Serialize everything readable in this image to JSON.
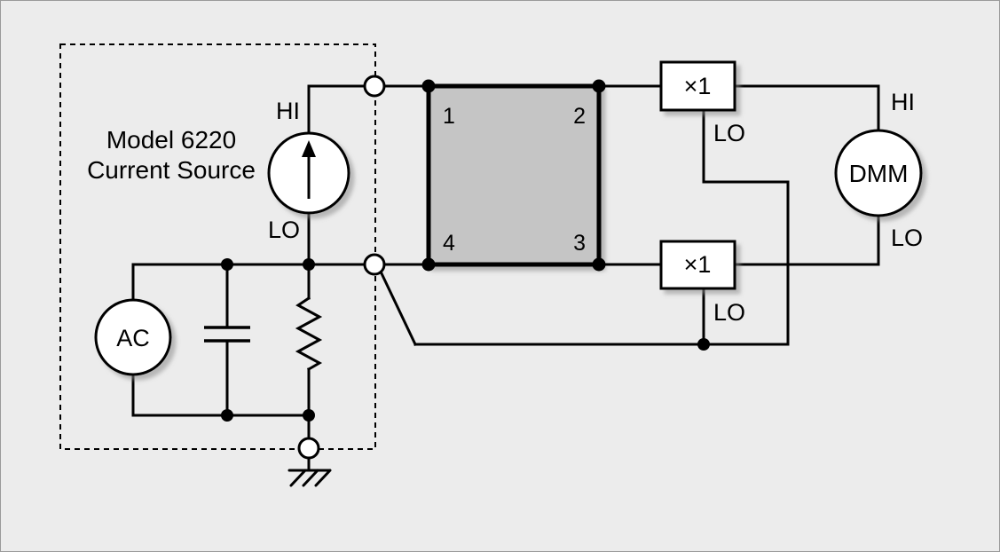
{
  "diagram": {
    "source_box": {
      "line1": "Model 6220",
      "line2": "Current Source"
    },
    "current_source": {
      "hi": "HI",
      "lo": "LO"
    },
    "ac_source": {
      "label": "AC"
    },
    "dut": {
      "terminal_1": "1",
      "terminal_2": "2",
      "terminal_3": "3",
      "terminal_4": "4"
    },
    "buffer_top": {
      "label": "×1",
      "lo": "LO"
    },
    "buffer_bottom": {
      "label": "×1",
      "lo": "LO"
    },
    "dmm": {
      "label": "DMM",
      "hi": "HI",
      "lo": "LO"
    }
  },
  "colors": {
    "background": "#ececec",
    "border": "#9a9a9a",
    "wire": "#000000",
    "dut_fill": "#c5c5c5",
    "node_fill": "#ffffff"
  }
}
